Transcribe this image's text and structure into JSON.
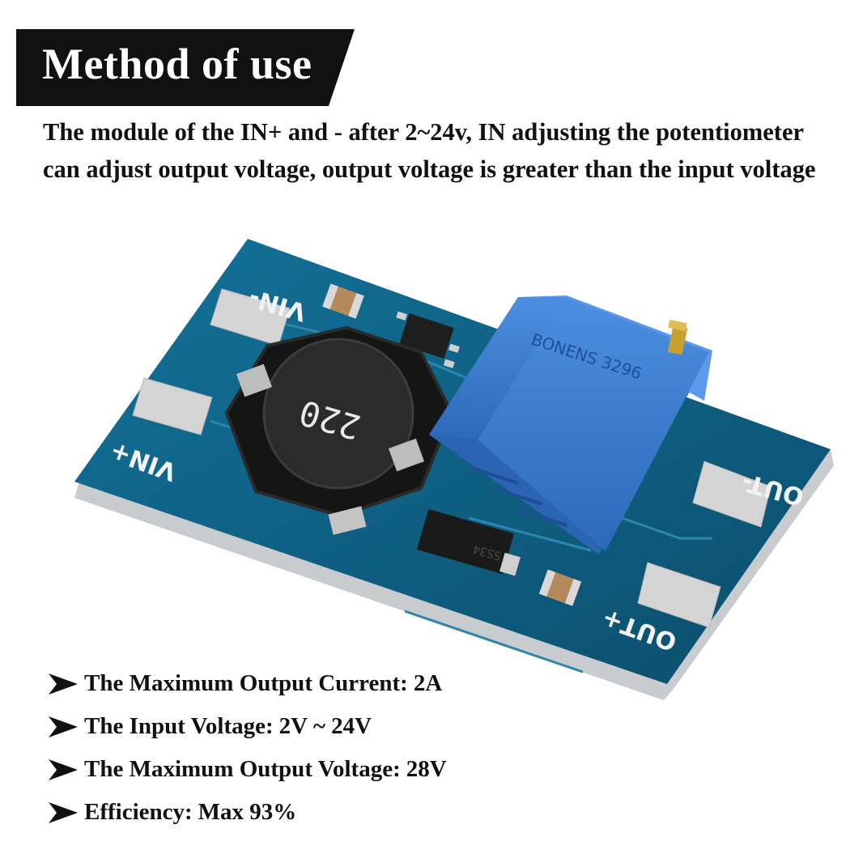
{
  "header": {
    "title": "Method of use",
    "colors": {
      "background": "#111111",
      "text": "#ffffff"
    }
  },
  "description": "The module of the IN+ and - after 2~24v, IN adjusting the potentiometer can adjust output voltage, output voltage is greater than the input voltage",
  "board": {
    "pad_labels": {
      "vin_minus": "VIN-",
      "vin_plus": "VIN+",
      "out_minus": "OUT-",
      "out_plus": "OUT+"
    },
    "inductor_marking": "220",
    "potentiometer_marking": "BONENS 3296",
    "diode_marking": "SS34",
    "colors": {
      "pcb": "#0e5c7e",
      "pad": "#d4d4d4",
      "pot": "#3b7ed1",
      "inductor": "#1c1c1c"
    }
  },
  "specs": [
    {
      "label": "The Maximum Output Current:",
      "value": "2A",
      "icon": "arrow-right-icon"
    },
    {
      "label": "The Input Voltage:",
      "value": "2V ~ 24V",
      "icon": "arrow-right-icon"
    },
    {
      "label": "The Maximum Output Voltage:",
      "value": "28V",
      "icon": "arrow-right-icon"
    },
    {
      "label": "Efficiency:",
      "value": "Max 93%",
      "icon": "arrow-right-icon"
    }
  ]
}
